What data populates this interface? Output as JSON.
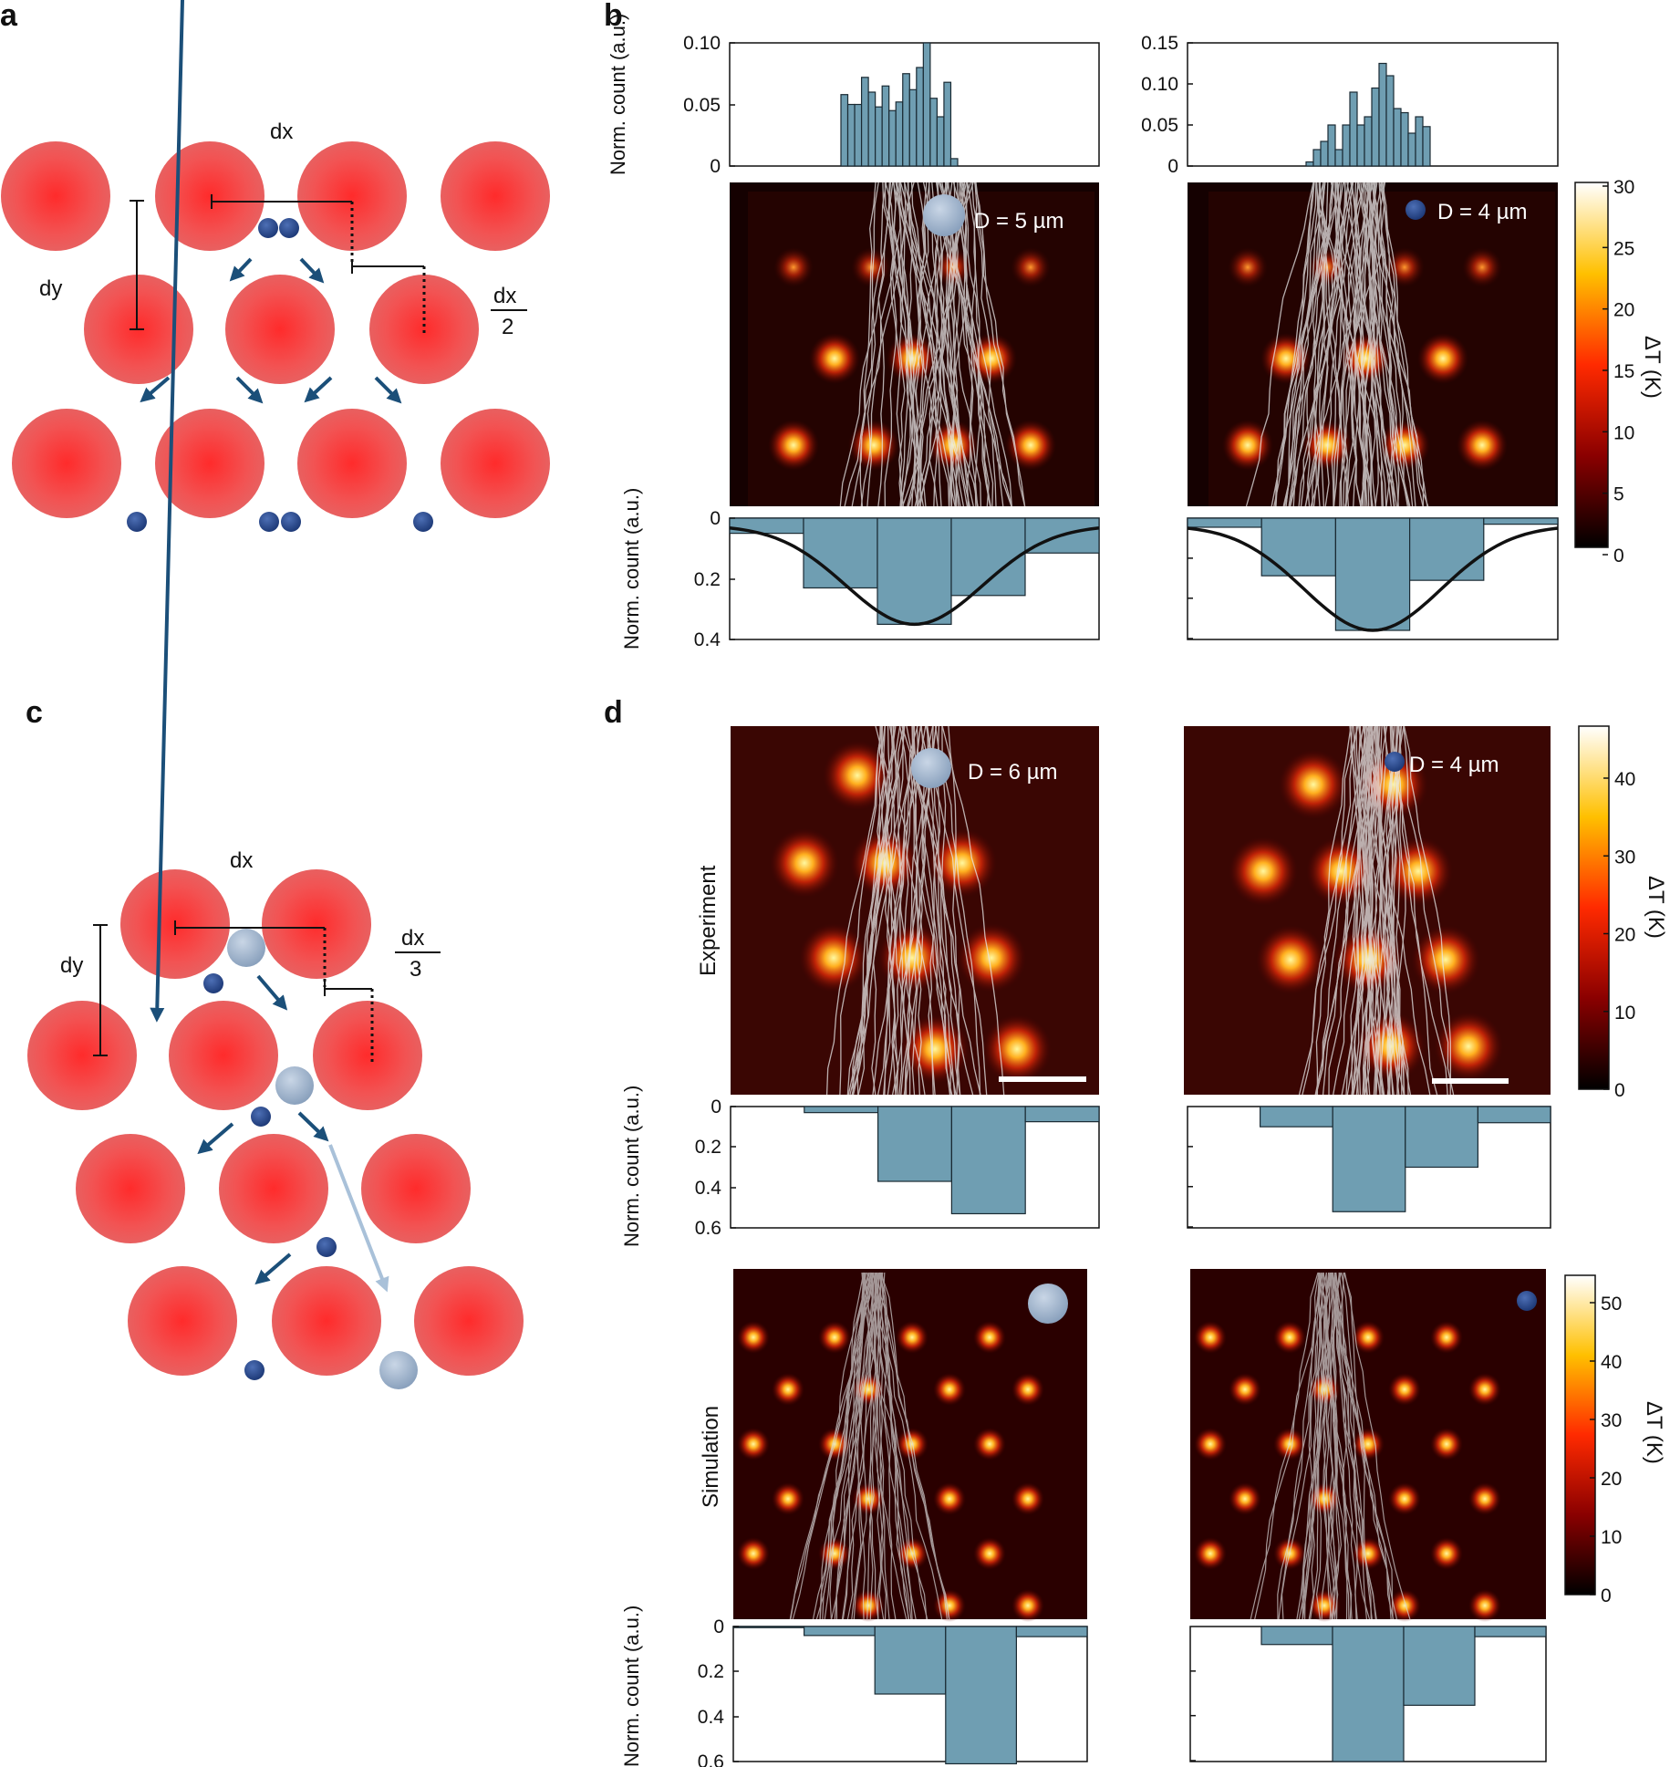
{
  "panel_labels": {
    "a": "a",
    "b": "b",
    "c": "c",
    "d": "d"
  },
  "schematic_a": {
    "dx": "dx",
    "dy": "dy",
    "frac_num": "dx",
    "frac_den": "2"
  },
  "schematic_c": {
    "dx": "dx",
    "dy": "dy",
    "frac_num": "dx",
    "frac_den": "3"
  },
  "panel_b": {
    "left_label": "D = 5 µm",
    "right_label": "D = 4 µm",
    "colorbar_label": "ΔT (K)",
    "colorbar_ticks": [
      "30",
      "25",
      "20",
      "15",
      "10",
      "5",
      "0"
    ]
  },
  "panel_d": {
    "exp_left_label": "D = 6 µm",
    "exp_right_label": "D = 4 µm",
    "row_experiment": "Experiment",
    "row_simulation": "Simulation",
    "colorbar1_label": "ΔT (K)",
    "colorbar1_ticks": [
      "40",
      "30",
      "20",
      "10",
      "0"
    ],
    "colorbar2_label": "ΔT (K)",
    "colorbar2_ticks": [
      "50",
      "40",
      "30",
      "20",
      "10",
      "0"
    ]
  },
  "colors": {
    "pillar": "#f04a4a",
    "bar": "#6f9eb2",
    "particle_small": "#2c4a8c",
    "particle_large": "#9fb4cc",
    "arrow": "#1b4f79"
  },
  "chart_data": [
    {
      "id": "b-top-left",
      "type": "bar",
      "ylabel": "Norm. count (a.u.)",
      "ylim": [
        0,
        0.1
      ],
      "yticks": [
        "0.10",
        "0.05",
        "0"
      ],
      "values": [
        0.058,
        0.05,
        0.05,
        0.072,
        0.06,
        0.048,
        0.065,
        0.045,
        0.052,
        0.075,
        0.062,
        0.08,
        0.1,
        0.055,
        0.04,
        0.068,
        0.006
      ]
    },
    {
      "id": "b-top-right",
      "type": "bar",
      "ylim": [
        0,
        0.15
      ],
      "yticks": [
        "0.15",
        "0.10",
        "0.05",
        "0"
      ],
      "values": [
        0.005,
        0.02,
        0.03,
        0.05,
        0.02,
        0.05,
        0.09,
        0.05,
        0.06,
        0.095,
        0.125,
        0.11,
        0.07,
        0.065,
        0.04,
        0.06,
        0.048
      ]
    },
    {
      "id": "b-bottom-left",
      "type": "bar",
      "ylabel": "Norm. count (a.u.)",
      "ylim": [
        0,
        0.4
      ],
      "yticks": [
        "0",
        "0.2",
        "0.4"
      ],
      "values": [
        0.05,
        0.23,
        0.35,
        0.255,
        0.115
      ],
      "fit": "gaussian"
    },
    {
      "id": "b-bottom-right",
      "type": "bar",
      "ylim": [
        0,
        0.4
      ],
      "values": [
        0.03,
        0.19,
        0.37,
        0.205,
        0.02
      ],
      "fit": "gaussian"
    },
    {
      "id": "d-exp-left",
      "type": "bar",
      "ylabel": "Norm. count (a.u.)",
      "ylim": [
        0,
        0.6
      ],
      "yticks": [
        "0",
        "0.2",
        "0.4",
        "0.6"
      ],
      "values": [
        0,
        0.03,
        0.37,
        0.53,
        0.075
      ]
    },
    {
      "id": "d-exp-right",
      "type": "bar",
      "ylim": [
        0,
        0.6
      ],
      "values": [
        0,
        0.1,
        0.52,
        0.3,
        0.08
      ]
    },
    {
      "id": "d-sim-left",
      "type": "bar",
      "ylabel": "Norm. count (a.u.)",
      "ylim": [
        0,
        0.6
      ],
      "yticks": [
        "0",
        "0.2",
        "0.4",
        "0.6"
      ],
      "values": [
        0.005,
        0.04,
        0.3,
        0.61,
        0.045
      ]
    },
    {
      "id": "d-sim-right",
      "type": "bar",
      "ylim": [
        0,
        0.6
      ],
      "values": [
        0,
        0.08,
        0.6,
        0.35,
        0.045
      ]
    }
  ]
}
